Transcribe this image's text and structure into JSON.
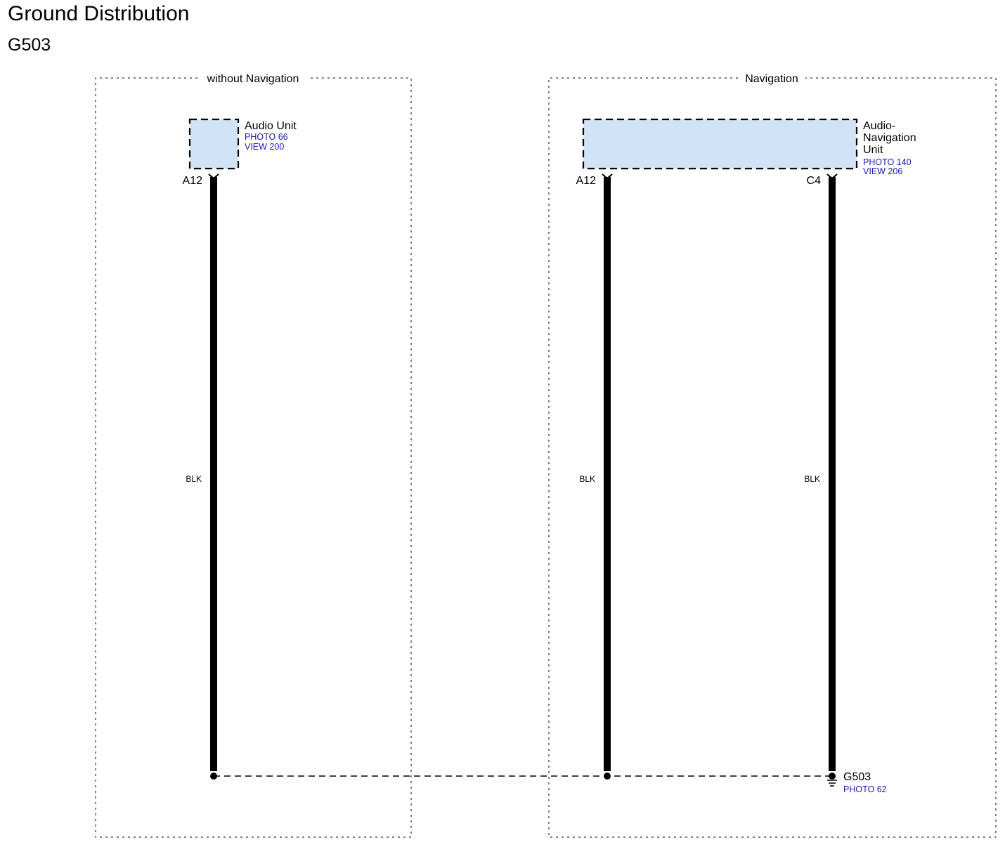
{
  "title": "Ground Distribution",
  "subtitle": "G503",
  "regions": {
    "without_nav": {
      "label": "without Navigation"
    },
    "nav": {
      "label": "Navigation"
    }
  },
  "components": {
    "audio_unit": {
      "name": "Audio Unit",
      "photo": "PHOTO 66",
      "view": "VIEW 200",
      "fill": "#d1e4f7"
    },
    "audio_nav_unit": {
      "name_lines": [
        "Audio-",
        "Navigation",
        "Unit"
      ],
      "photo": "PHOTO 140",
      "view": "VIEW 206",
      "fill": "#d1e4f7"
    }
  },
  "pins": {
    "audio_a12": "A12",
    "nav_a12": "A12",
    "nav_c4": "C4"
  },
  "wires": {
    "audio_a12": {
      "color": "BLK"
    },
    "nav_a12": {
      "color": "BLK"
    },
    "nav_c4": {
      "color": "BLK"
    }
  },
  "ground": {
    "name": "G503",
    "photo": "PHOTO 62"
  },
  "colors": {
    "wire": "#000000",
    "reference_text": "#1a1ab4",
    "component_fill": "#d1e4f7"
  }
}
